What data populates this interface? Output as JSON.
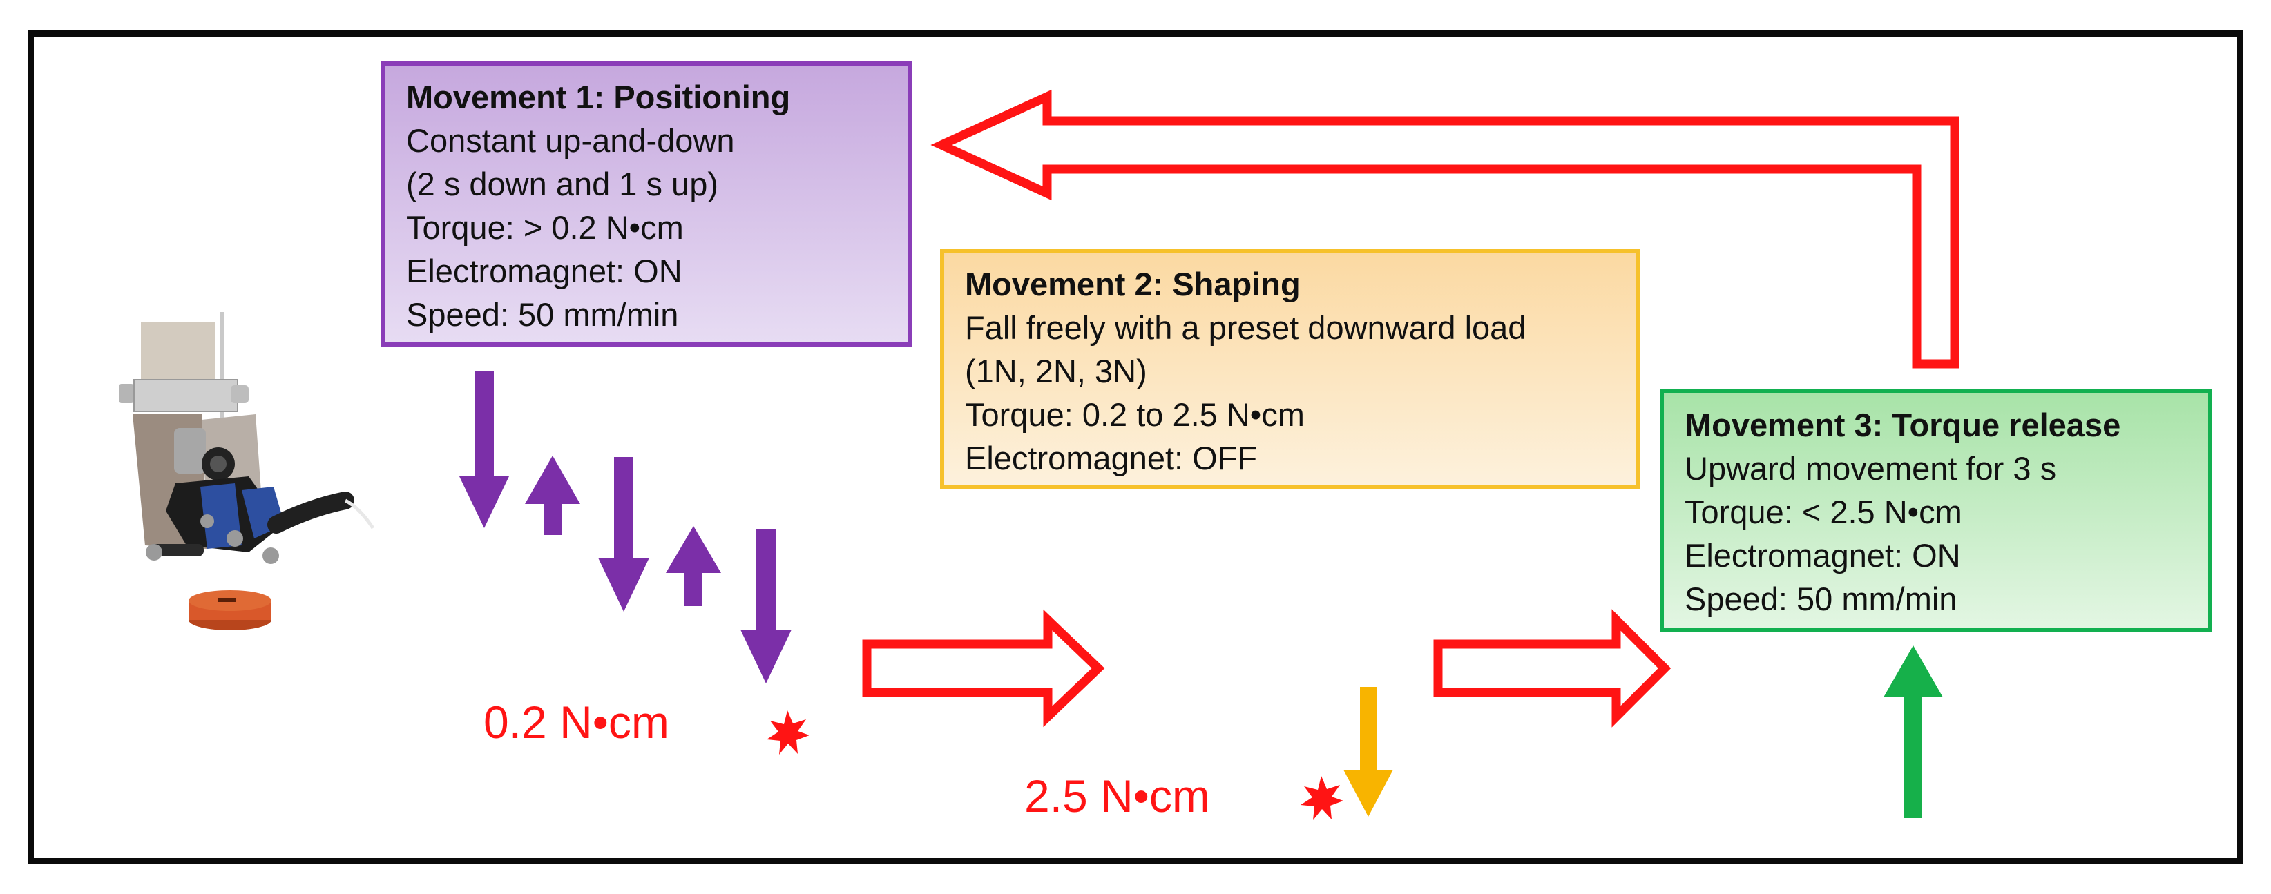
{
  "movements": [
    {
      "title": "Movement 1: Positioning",
      "lines": [
        "Constant up-and-down",
        "(2 s down and 1 s up)",
        "Torque: > 0.2 N•cm",
        "Electromagnet: ON",
        "Speed: 50 mm/min"
      ],
      "border_color": "#8a3db8"
    },
    {
      "title": "Movement 2: Shaping",
      "lines": [
        "Fall freely with a preset downward load",
        "(1N, 2N, 3N)",
        "Torque: 0.2 to 2.5 N•cm",
        "Electromagnet: OFF"
      ],
      "border_color": "#f6c12b"
    },
    {
      "title": "Movement 3: Torque release",
      "lines": [
        "Upward movement for 3 s",
        "Torque: < 2.5 N•cm",
        "Electromagnet: ON",
        "Speed: 50 mm/min"
      ],
      "border_color": "#12b050"
    }
  ],
  "torque_labels": [
    "0.2 N•cm",
    "2.5 N•cm"
  ],
  "colors": {
    "flow_arrow": "#ff1414",
    "movement1_arrow": "#7b2fa8",
    "movement2_arrow": "#f8b400",
    "movement3_arrow": "#16b04a",
    "burst": "#ff1414"
  },
  "icons": [
    "device-illustration",
    "starburst-icon"
  ]
}
